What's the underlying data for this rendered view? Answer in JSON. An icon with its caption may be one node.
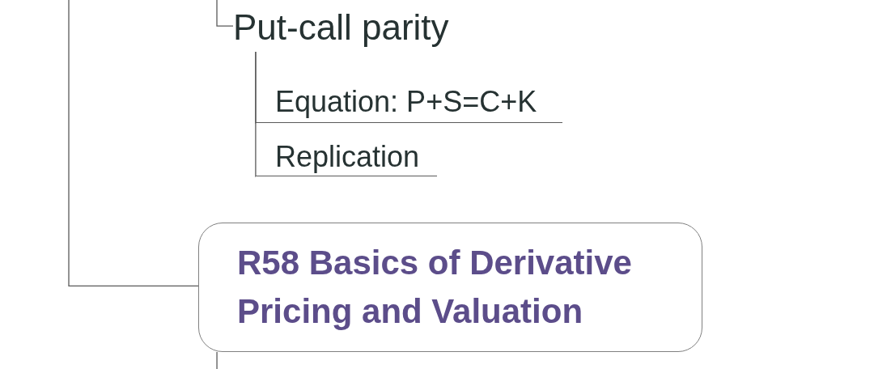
{
  "diagram": {
    "nodes": [
      {
        "text": [
          "Put-call parity"
        ]
      },
      {
        "text": [
          "Equation: P+S=C+K"
        ]
      },
      {
        "text": [
          "Replication"
        ]
      },
      {
        "text": [
          "R58 Basics of Derivative Pricing and Valuation"
        ]
      }
    ],
    "edges": [
      {
        "from": null,
        "to": 3,
        "arrow": "none"
      },
      {
        "from": null,
        "to": 0,
        "arrow": "none"
      },
      {
        "from": 0,
        "to": 1,
        "arrow": "none"
      },
      {
        "from": 0,
        "to": 2,
        "arrow": "none"
      },
      {
        "from": 3,
        "to": null,
        "arrow": "none"
      }
    ]
  }
}
